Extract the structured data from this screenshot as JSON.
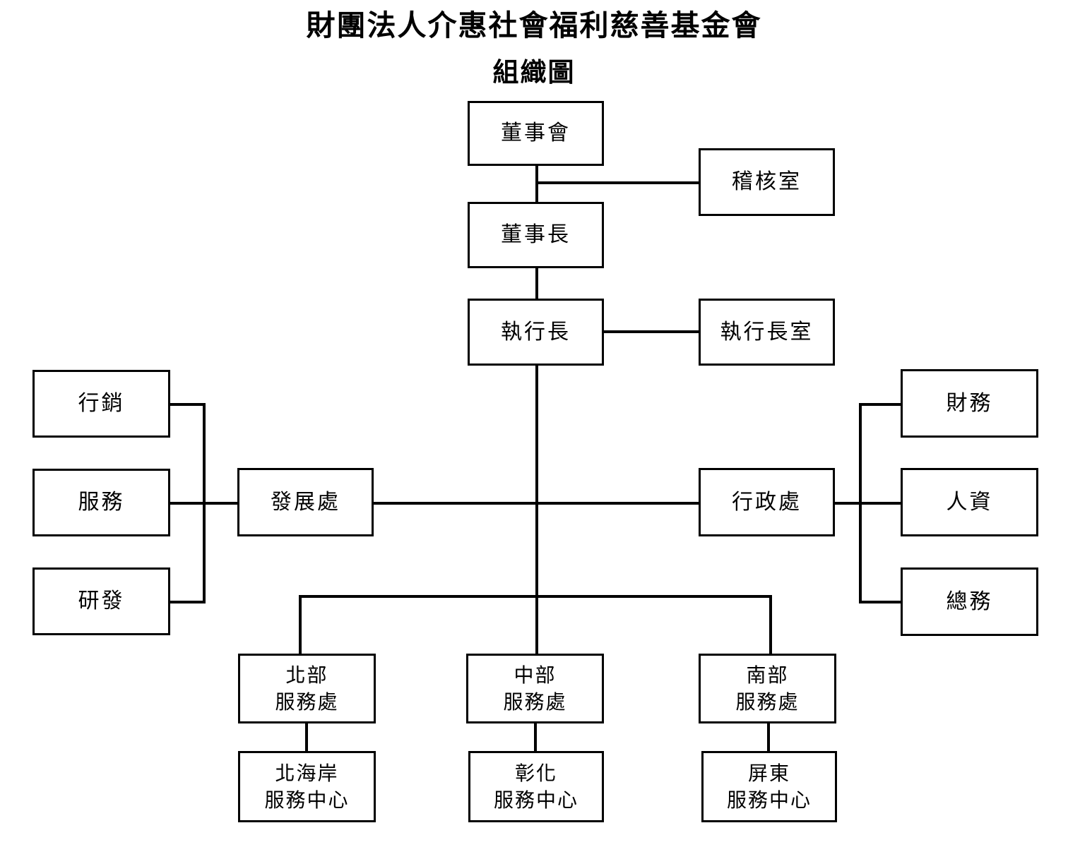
{
  "document": {
    "title_main": "財團法人介惠社會福利慈善基金會",
    "title_sub": "組織圖"
  },
  "chart_data": {
    "type": "diagram",
    "diagram_kind": "organization-chart",
    "title": "財團法人介惠社會福利慈善基金會 組織圖",
    "nodes": [
      {
        "id": "board",
        "label": "董事會"
      },
      {
        "id": "audit",
        "label": "稽核室"
      },
      {
        "id": "chairman",
        "label": "董事長"
      },
      {
        "id": "ceo",
        "label": "執行長"
      },
      {
        "id": "ceo-office",
        "label": "執行長室"
      },
      {
        "id": "marketing",
        "label": "行銷"
      },
      {
        "id": "service",
        "label": "服務"
      },
      {
        "id": "rnd",
        "label": "研發"
      },
      {
        "id": "development",
        "label": "發展處"
      },
      {
        "id": "administration",
        "label": "行政處"
      },
      {
        "id": "finance",
        "label": "財務"
      },
      {
        "id": "hr",
        "label": "人資"
      },
      {
        "id": "general-affairs",
        "label": "總務"
      },
      {
        "id": "north-office",
        "label": "北部\n服務處"
      },
      {
        "id": "central-office",
        "label": "中部\n服務處"
      },
      {
        "id": "south-office",
        "label": "南部\n服務處"
      },
      {
        "id": "north-coast-center",
        "label": "北海岸\n服務中心"
      },
      {
        "id": "changhua-center",
        "label": "彰化\n服務中心"
      },
      {
        "id": "pingtung-center",
        "label": "屏東\n服務中心"
      }
    ],
    "edges": [
      {
        "from": "board",
        "to": "chairman"
      },
      {
        "from": "board",
        "to": "audit"
      },
      {
        "from": "chairman",
        "to": "ceo"
      },
      {
        "from": "ceo",
        "to": "ceo-office"
      },
      {
        "from": "ceo",
        "to": "development"
      },
      {
        "from": "ceo",
        "to": "administration"
      },
      {
        "from": "development",
        "to": "marketing"
      },
      {
        "from": "development",
        "to": "service"
      },
      {
        "from": "development",
        "to": "rnd"
      },
      {
        "from": "administration",
        "to": "finance"
      },
      {
        "from": "administration",
        "to": "hr"
      },
      {
        "from": "administration",
        "to": "general-affairs"
      },
      {
        "from": "ceo",
        "to": "north-office"
      },
      {
        "from": "ceo",
        "to": "central-office"
      },
      {
        "from": "ceo",
        "to": "south-office"
      },
      {
        "from": "north-office",
        "to": "north-coast-center"
      },
      {
        "from": "central-office",
        "to": "changhua-center"
      },
      {
        "from": "south-office",
        "to": "pingtung-center"
      }
    ],
    "colors": {
      "stroke": "#000000",
      "fill": "#ffffff",
      "text": "#000000"
    }
  }
}
